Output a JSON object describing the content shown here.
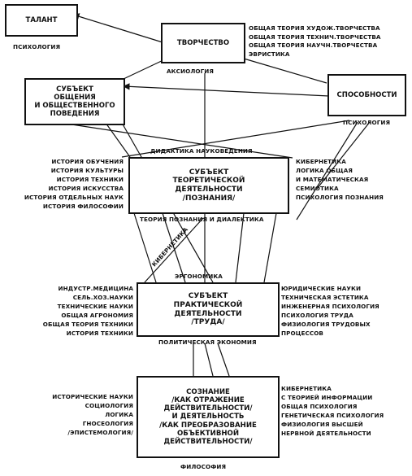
{
  "boxes": {
    "talant": "ТАЛАНТ",
    "tvorchestvo": "ТВОРЧЕСТВО",
    "sposobnosti": "СПОСОБНОСТИ",
    "subject_social": [
      "СУБЪЕКТ",
      "ОБЩЕНИЯ",
      "И ОБЩЕСТВЕННОГО",
      "ПОВЕДЕНИЯ"
    ],
    "subject_theoretical": [
      "СУБЪЕКТ",
      "ТЕОРЕТИЧЕСКОЙ",
      "ДЕЯТЕЛЬНОСТИ",
      "/ПОЗНАНИЯ/"
    ],
    "subject_practical": [
      "СУБЪЕКТ",
      "ПРАКТИЧЕСКОЙ",
      "ДЕЯТЕЛЬНОСТИ",
      "/ТРУДА/"
    ],
    "consciousness": [
      "СОЗНАНИЕ",
      "/КАК ОТРАЖЕНИЕ",
      "ДЕЙСТВИТЕЛЬНОСТИ/",
      "И ДЕЯТЕЛЬНОСТЬ",
      "/КАК ПРЕОБРАЗОВАНИЕ",
      "ОБЪЕКТИВНОЙ",
      "ДЕЙСТВИТЕЛЬНОСТИ/"
    ]
  },
  "labels": {
    "psychology_talant": "ПСИХОЛОГИЯ",
    "axiology": "АКСИОЛОГИЯ",
    "psychology_abilities": "ПСИХОЛОГИЯ",
    "didactics": "ДИДАКТИКА НАУКОВЕДЕНИЯ",
    "theory_cognition": "ТЕОРИЯ ПОЗНАНИЯ И ДИАЛЕКТИКА",
    "ergonomics": "ЭРГОНОМИКА",
    "cybernetics_diag": "КИБЕРНЕТИКА",
    "political_economy": "ПОЛИТИЧЕСКАЯ ЭКОНОМИЯ",
    "philosophy": "ФИЛОСОФИЯ"
  },
  "lists": {
    "creativity": [
      "ОБЩАЯ ТЕОРИЯ ХУДОЖ.ТВОРЧЕСТВА",
      "ОБЩАЯ ТЕОРИЯ ТЕХНИЧ.ТВОРЧЕСТВА",
      "ОБЩАЯ ТЕОРИЯ НАУЧН.ТВОРЧЕСТВА",
      "ЭВРИСТИКА"
    ],
    "theoretical_left": [
      "ИСТОРИЯ ОБУЧЕНИЯ",
      "ИСТОРИЯ КУЛЬТУРЫ",
      "ИСТОРИЯ ТЕХНИКИ",
      "ИСТОРИЯ ИСКУССТВА",
      "ИСТОРИЯ ОТДЕЛЬНЫХ НАУК",
      "ИСТОРИЯ ФИЛОСОФИИ"
    ],
    "theoretical_right": [
      "КИБЕРНЕТИКА",
      "ЛОГИКА ОБЩАЯ",
      "И МАТЕМАТИЧЕСКАЯ",
      "СЕМИОТИКА",
      "ПСИХОЛОГИЯ ПОЗНАНИЯ"
    ],
    "practical_left": [
      "ИНДУСТР.МЕДИЦИНА",
      "СЕЛЬ.ХОЗ.НАУКИ",
      "ТЕХНИЧЕСКИЕ НАУКИ",
      "ОБЩАЯ АГРОНОМИЯ",
      "ОБЩАЯ ТЕОРИЯ ТЕХНИКИ",
      "ИСТОРИЯ ТЕХНИКИ"
    ],
    "practical_right": [
      "ЮРИДИЧЕСКИЕ НАУКИ",
      "ТЕХНИЧЕСКАЯ ЭСТЕТИКА",
      "ИНЖЕНЕРНАЯ ПСИХОЛОГИЯ",
      "ПСИХОЛОГИЯ ТРУДА",
      "ФИЗИОЛОГИЯ ТРУДОВЫХ",
      "ПРОЦЕССОВ"
    ],
    "consciousness_left": [
      "ИСТОРИЧЕСКИЕ НАУКИ",
      "СОЦИОЛОГИЯ",
      "ЛОГИКА",
      "ГНОСЕОЛОГИЯ",
      "/ЭПИСТЕМОЛОГИЯ/"
    ],
    "consciousness_right": [
      "КИБЕРНЕТИКА",
      "С ТЕОРИЕЙ ИНФОРМАЦИИ",
      "ОБЩАЯ ПСИХОЛОГИЯ",
      "ГЕНЕТИЧЕСКАЯ ПСИХОЛОГИЯ",
      "ФИЗИОЛОГИЯ ВЫСШЕЙ",
      "НЕРВНОЙ ДЕЯТЕЛЬНОСТИ"
    ]
  }
}
